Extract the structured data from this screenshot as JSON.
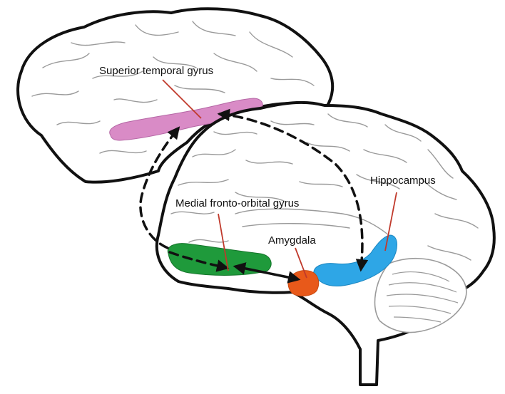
{
  "labels": {
    "superior_temporal_gyrus": "Superior temporal gyrus",
    "medial_fronto_orbital_gyrus": "Medial fronto-orbital gyrus",
    "amygdala": "Amygdala",
    "hippocampus": "Hippocampus"
  },
  "colors": {
    "superior_temporal_gyrus": "#d98bc6",
    "medial_fronto_orbital_gyrus": "#1f9a3b",
    "amygdala": "#e8591a",
    "hippocampus": "#2ea6e6",
    "leader_line": "#c0392b",
    "outline": "#111111",
    "folds": "#9a9a9a"
  }
}
